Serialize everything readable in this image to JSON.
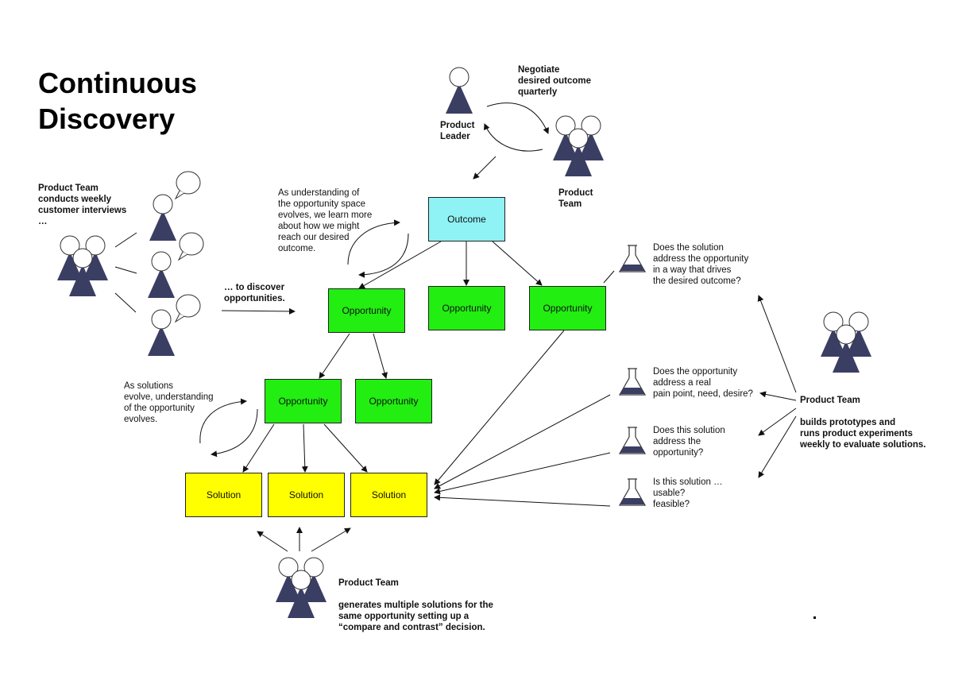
{
  "title": "Continuous\nDiscovery",
  "labels": {
    "negotiate": "Negotiate\ndesired outcome\nquarterly",
    "product_leader": "Product\nLeader",
    "product_team_top": "Product\nTeam",
    "weekly_interviews": "Product Team\nconducts weekly\ncustomer interviews\n…",
    "to_discover": "… to discover\nopportunities.",
    "understanding_space": "As understanding of\nthe opportunity space\nevolves, we learn more\nabout how we might\nreach our desired\noutcome.",
    "solutions_evolve": "As solutions\nevolve, understanding\nof the opportunity\nevolves.",
    "q1": "Does the solution\naddress the opportunity\nin a way that drives\nthe desired outcome?",
    "q2": "Does the opportunity\naddress a real\npain point, need, desire?",
    "q3": "Does this solution\naddress the\nopportunity?",
    "q4": "Is this solution …\nusable?\nfeasible?",
    "team_right_head": "Product Team",
    "team_right_body": "builds prototypes and\nruns product experiments\nweekly to evaluate solutions.",
    "team_bottom_head": "Product Team",
    "team_bottom_body": "generates multiple solutions for the\nsame opportunity setting up a\n“compare and contrast” decision."
  },
  "boxes": {
    "outcome": "Outcome",
    "opp1": "Opportunity",
    "opp2": "Opportunity",
    "opp3": "Opportunity",
    "opp4": "Opportunity",
    "opp5": "Opportunity",
    "sol1": "Solution",
    "sol2": "Solution",
    "sol3": "Solution"
  },
  "colors": {
    "outcome": "#8ff2f5",
    "opportunity": "#22ee11",
    "solution": "#ffff00",
    "figure_body": "#3b3e63"
  },
  "icons": [
    "person-icon",
    "team-icon",
    "speech-bubble-icon",
    "flask-icon"
  ]
}
